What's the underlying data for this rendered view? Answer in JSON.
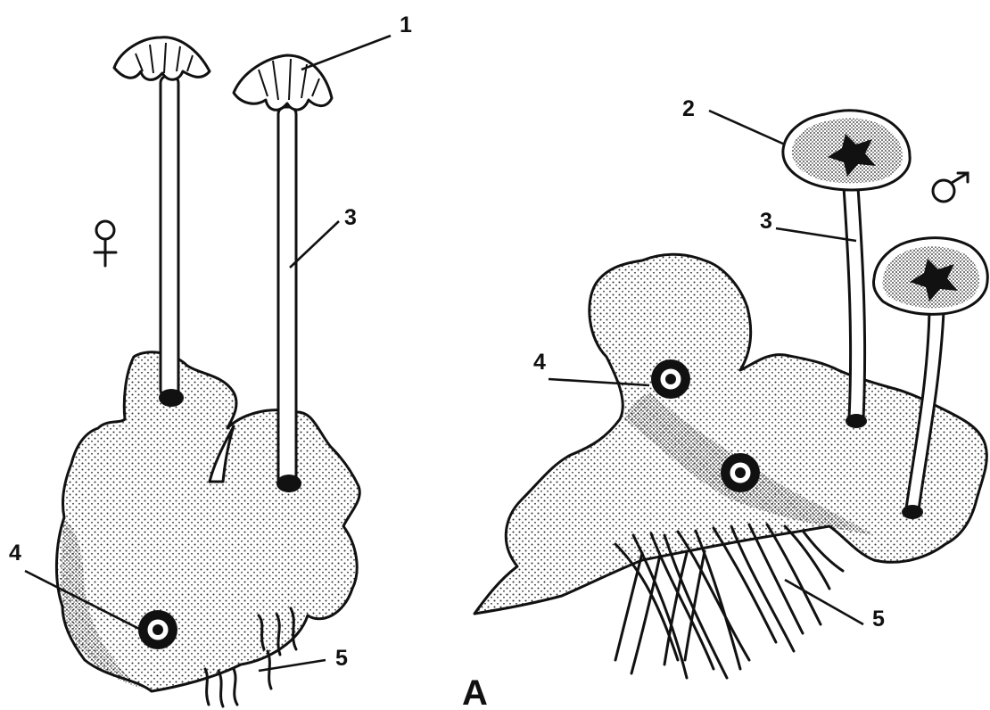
{
  "figure": {
    "panel_letter": "A",
    "female_plant": {
      "symbol": "female-symbol",
      "labels": [
        "1",
        "3",
        "4",
        "5"
      ]
    },
    "male_plant": {
      "symbol": "male-symbol",
      "labels": [
        "2",
        "3",
        "4",
        "5"
      ]
    },
    "colors": {
      "ink": "#111111",
      "background": "#ffffff"
    }
  }
}
